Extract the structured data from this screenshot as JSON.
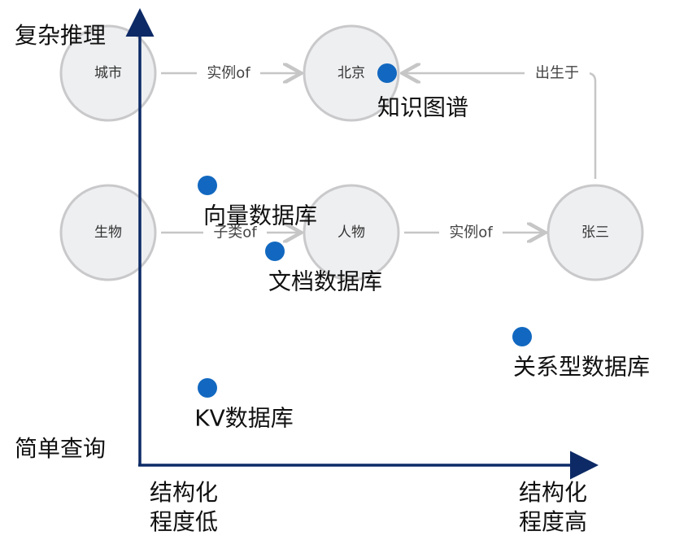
{
  "axes": {
    "y_top": "复杂推理",
    "y_bottom": "简单查询",
    "x_left": [
      "结构化",
      "程度低"
    ],
    "x_right": [
      "结构化",
      "程度高"
    ],
    "color": "#0d2a66"
  },
  "graph": {
    "nodes": [
      "城市",
      "北京",
      "生物",
      "人物",
      "张三"
    ],
    "edges": [
      "实例of",
      "出生于",
      "子类of",
      "实例of"
    ]
  },
  "databases": [
    "知识图谱",
    "向量数据库",
    "文档数据库",
    "关系型数据库",
    "KV数据库"
  ],
  "dot_color": "#1268c0"
}
